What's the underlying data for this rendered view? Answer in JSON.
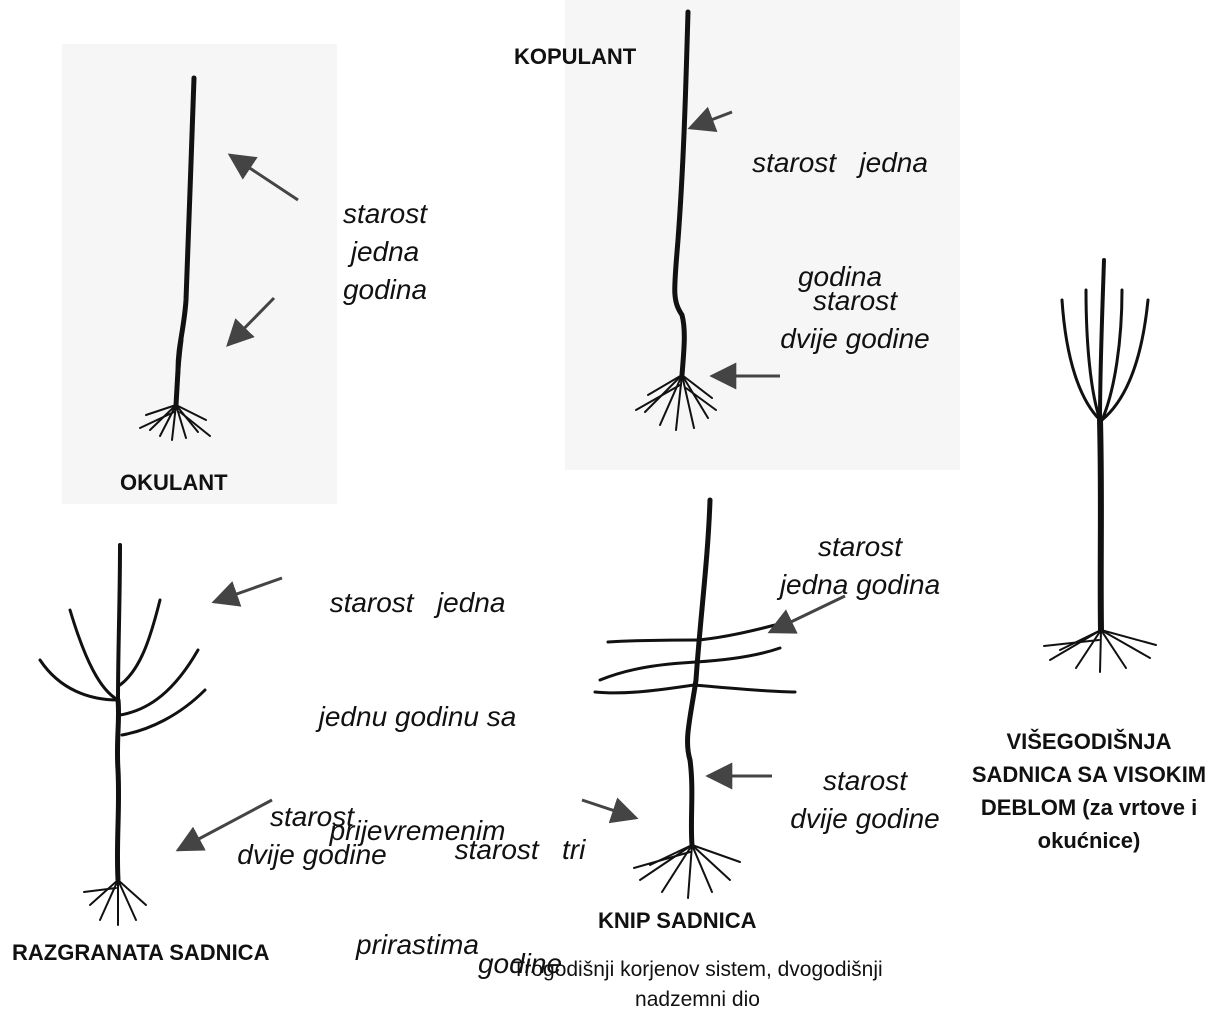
{
  "okulant": {
    "title": "OKULANT",
    "label_lines": [
      "starost",
      "jedna",
      "godina"
    ]
  },
  "kopulant": {
    "title": "KOPULANT",
    "label_top_lines": [
      "starost   jedna",
      "godina"
    ],
    "label_bottom_lines": [
      "starost",
      "dvije godine"
    ]
  },
  "razgranata": {
    "title": "RAZGRANATA SADNICA",
    "label_top_lines": [
      "starost   jedna",
      "jednu godinu sa",
      "prijevremenim",
      "prirastima"
    ],
    "label_bottom_lines": [
      "starost",
      "dvije godine"
    ]
  },
  "knip": {
    "title": "KNIP SADNICA",
    "label_top_lines": [
      "starost",
      "jedna godina"
    ],
    "label_left_lines": [
      "starost   tri",
      "godine"
    ],
    "label_right_lines": [
      "starost",
      "dvije godine"
    ],
    "caption_lines": [
      "Trogodišnji korjenov sistem, dvogodišnji",
      "nadzemni dio"
    ]
  },
  "visegodisnja": {
    "title_lines": [
      "VIŠEGODIŠNJA",
      "SADNICA SA VISOKIM",
      "DEBLOM (za vrtove i",
      "okućnice)"
    ]
  }
}
